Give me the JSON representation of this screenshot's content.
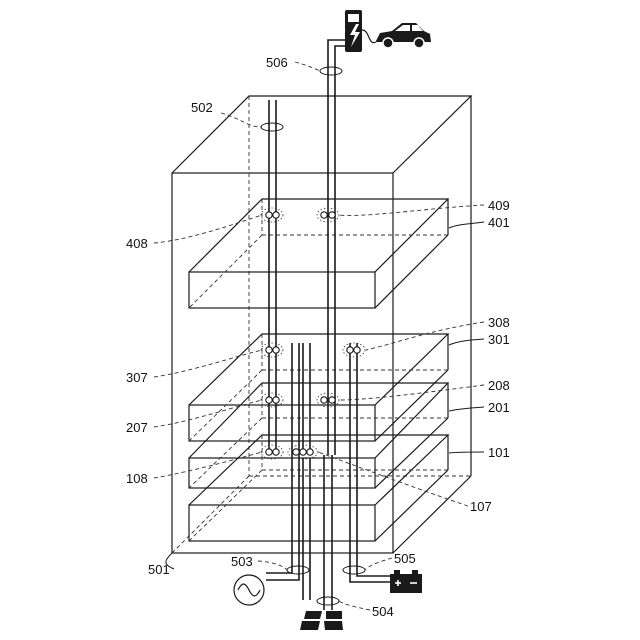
{
  "labels": {
    "l502": "502",
    "l506": "506",
    "l409": "409",
    "l401": "401",
    "l408": "408",
    "l308": "308",
    "l301": "301",
    "l307": "307",
    "l208": "208",
    "l201": "201",
    "l207": "207",
    "l101": "101",
    "l108": "108",
    "l107": "107",
    "l501": "501",
    "l503": "503",
    "l505": "505",
    "l504": "504"
  },
  "icons": {
    "charger": "ev-charger-icon",
    "car": "car-icon",
    "ac_source": "ac-source-icon",
    "battery": "battery-icon",
    "solar": "solar-panel-icon"
  }
}
